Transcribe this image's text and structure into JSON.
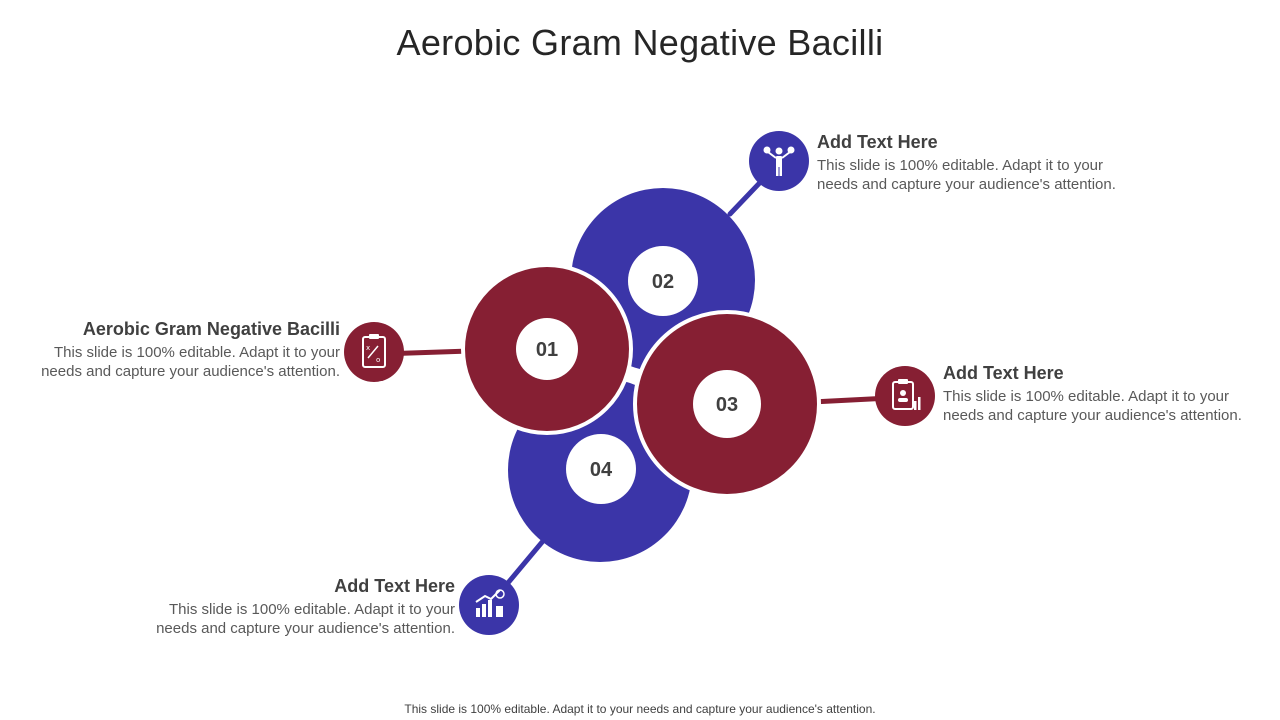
{
  "slide": {
    "title": "Aerobic Gram Negative Bacilli",
    "footer": "This slide is 100% editable. Adapt it to your needs and capture your audience's attention."
  },
  "colors": {
    "red": "#861F33",
    "blue": "#3B35A8",
    "text": "#404040"
  },
  "circles": [
    {
      "number": "01",
      "color": "red"
    },
    {
      "number": "02",
      "color": "blue"
    },
    {
      "number": "03",
      "color": "red"
    },
    {
      "number": "04",
      "color": "blue"
    }
  ],
  "items": [
    {
      "heading": "Aerobic Gram Negative Bacilli",
      "line1": "This slide is 100% editable. Adapt it to your",
      "line2": "needs and capture your audience's attention.",
      "icon": "clipboard-strategy-icon"
    },
    {
      "heading": "Add Text Here",
      "line1": "This slide is 100% editable. Adapt it to your",
      "line2": "needs and capture your audience's attention.",
      "icon": "person-juggling-icon"
    },
    {
      "heading": "Add Text Here",
      "line1": "This slide is 100% editable. Adapt it to your",
      "line2": "needs and capture your audience's attention.",
      "icon": "report-chart-icon"
    },
    {
      "heading": "Add Text Here",
      "line1": "This slide is 100% editable. Adapt it to your",
      "line2": "needs and capture your audience's attention.",
      "icon": "growth-chart-icon"
    }
  ]
}
